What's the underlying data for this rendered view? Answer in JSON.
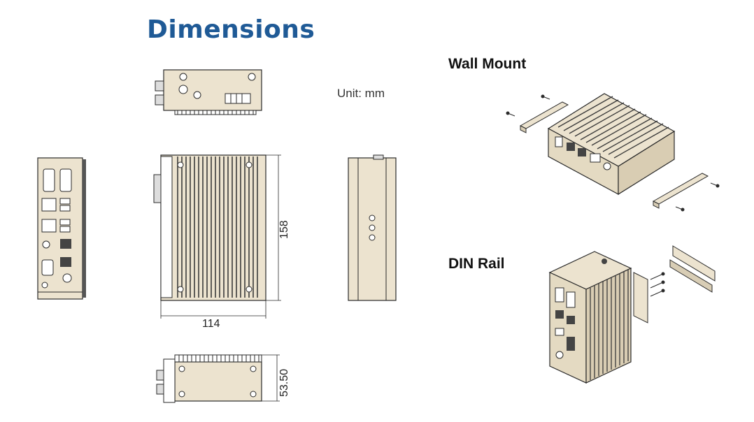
{
  "header": {
    "title": "Dimensions"
  },
  "unit_label": "Unit: mm",
  "dimensions": {
    "width": "114",
    "height": "158",
    "depth": "53.50"
  },
  "sections": {
    "wall_mount": "Wall Mount",
    "din_rail": "DIN Rail"
  },
  "colors": {
    "accent": "#1f5a96",
    "device_body": "#ece3cf",
    "outline": "#2a2a2a",
    "heatsink": "#3a3a3a"
  }
}
